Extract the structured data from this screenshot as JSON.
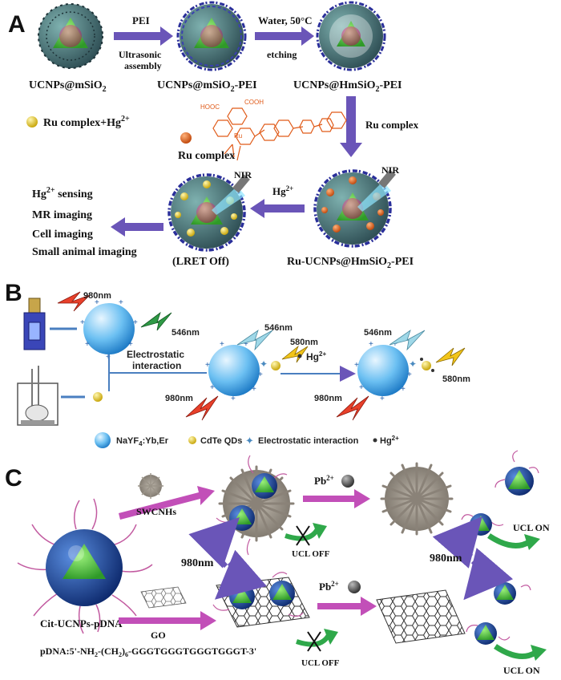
{
  "panel_a": {
    "letter": "A",
    "np1": "UCNPs@mSiO",
    "np1_sub": "2",
    "step1_top": "PEI",
    "step1_bottom_1": "Ultrasonic",
    "step1_bottom_2": "assembly",
    "np2": "UCNPs@mSiO",
    "np2_sub": "2",
    "np2_suffix": "-PEI",
    "step2_top": "Water, 50°C",
    "step2_bottom": "etching",
    "np3": "UCNPs@HmSiO",
    "np3_sub": "2",
    "np3_suffix": "-PEI",
    "legend_yellow": "Ru complex+Hg",
    "legend_yellow_sup": "2+",
    "legend_orange": "Ru complex",
    "step3": "Ru complex",
    "np4": "Ru-UCNPs@HmSiO",
    "np4_sub": "2",
    "np4_suffix": "-PEI",
    "step4": "Hg",
    "step4_sup": "2+",
    "np5": "(LRET Off)",
    "nir": "NIR",
    "mol_cooh": "COOH",
    "mol_hooc": "HOOC",
    "mol_ru": "Ru",
    "applications": [
      {
        "text": "Hg",
        "sup": "2+",
        "rest": " sensing",
        "color": "#2d7fc1"
      },
      {
        "text": "MR imaging",
        "sup": "",
        "rest": "",
        "color": "#c0307a"
      },
      {
        "text": "Cell imaging",
        "sup": "",
        "rest": "",
        "color": "#43a63b"
      },
      {
        "text": "Small animal imaging",
        "sup": "",
        "rest": "",
        "color": "#111111"
      }
    ]
  },
  "panel_b": {
    "letter": "B",
    "nm980_a": "980nm",
    "nm546_a": "546nm",
    "electrostatic_1": "Electrostatic",
    "electrostatic_2": "interaction",
    "nm546_b": "546nm",
    "nm580_b": "580nm",
    "nm980_b": "980nm",
    "hg": "Hg",
    "hg_sup": "2+",
    "nm546_c": "546nm",
    "nm580_c": "580nm",
    "nm980_c": "980nm",
    "legend_nayf": "NaYF",
    "legend_nayf_sub": "4",
    "legend_nayf_rest": ":Yb,Er",
    "legend_cdte": "CdTe QDs",
    "legend_es": "Electrostatic interaction",
    "legend_hg": "Hg",
    "legend_hg_sup": "2+"
  },
  "panel_c": {
    "letter": "C",
    "swcnhs": "SWCNHs",
    "go": "GO",
    "pb_top": "Pb",
    "pb_top_sup": "2+",
    "pb_bottom": "Pb",
    "pb_bottom_sup": "2+",
    "nm980_left": "980nm",
    "nm980_right": "980nm",
    "ucl_off_top": "UCL OFF",
    "ucl_off_bottom": "UCL OFF",
    "ucl_on_top": "UCL ON",
    "ucl_on_bottom": "UCL ON",
    "np_name": "Cit-UCNPs-pDNA",
    "pdna_prefix": "pDNA:5'-NH",
    "pdna_sub1": "2",
    "pdna_mid": "-(CH",
    "pdna_sub2": "2",
    "pdna_paren": ")",
    "pdna_sub3": "6",
    "pdna_suffix": "-GGGTGGGTGGGTGGGT-3'"
  },
  "colors": {
    "arrow_purple": "#6a55b8",
    "arrow_magenta": "#c24fb8",
    "arrow_green": "#2fa84a",
    "sphere_blue": "#2a86d6",
    "core_green": "#4cc83a",
    "polymer_blue": "#2a2f9a",
    "bolt_red": "#e8402a",
    "bolt_green": "#2f9a46",
    "bolt_yellow": "#f2c51a",
    "bolt_cyan": "#9fd8e8"
  }
}
